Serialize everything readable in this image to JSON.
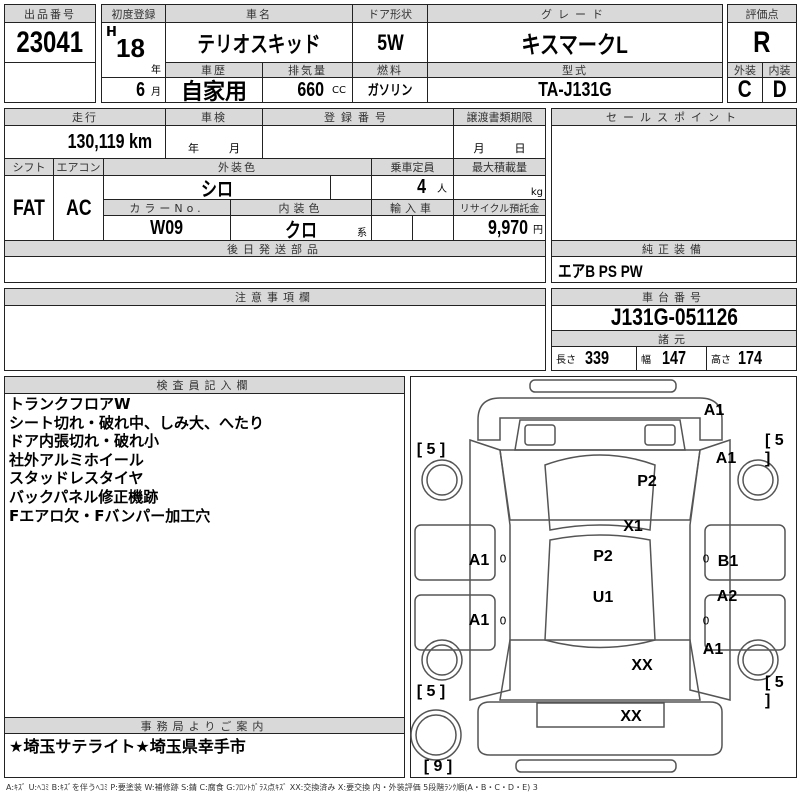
{
  "header": {
    "lot_no_label": "出品番号",
    "lot_no": "23041",
    "first_reg_label": "初度登録",
    "era": "H",
    "year": "18",
    "year_unit": "年",
    "month": "6",
    "month_unit": "月",
    "car_name_label": "車名",
    "car_name": "テリオスキッド",
    "door_label": "ドア形状",
    "door": "5W",
    "grade_label": "グレード",
    "grade": "キスマークL",
    "score_label": "評価点",
    "score": "R",
    "history_label": "車歴",
    "history": "自家用",
    "displacement_label": "排気量",
    "displacement": "660",
    "displacement_unit": "CC",
    "fuel_label": "燃料",
    "fuel": "ガソリン",
    "model_label": "型式",
    "model": "TA-J131G",
    "exterior_label": "外装",
    "exterior": "C",
    "interior_label": "内装",
    "interior": "D"
  },
  "details": {
    "mileage_label": "走行",
    "mileage": "130,119 km",
    "inspection_label": "車検",
    "inspection_year": "年",
    "inspection_month": "月",
    "reg_no_label": "登録番号",
    "doc_deadline_label": "譲渡書類期限",
    "doc_month": "月",
    "doc_day": "日",
    "shift_label": "シフト",
    "shift": "FAT",
    "ac_label": "エアコン",
    "ac": "AC",
    "ext_color_label": "外装色",
    "ext_color": "シロ",
    "capacity_label": "乗車定員",
    "capacity": "4",
    "capacity_unit": "人",
    "load_label": "最大積載量",
    "load_unit": "kg",
    "color_no_label": "カラーNo.",
    "color_no": "W09",
    "int_color_label": "内装色",
    "int_color": "クロ",
    "int_color_suffix": "系",
    "import_label": "輸入車",
    "recycle_label": "リサイクル預託金",
    "recycle": "9,970",
    "recycle_unit": "円"
  },
  "later_parts_label": "後日発送部品",
  "sales_point_label": "セールスポイント",
  "equipment_label": "純正装備",
  "equipment": "エアB PS PW",
  "caution_label": "注意事項欄",
  "chassis_label": "車台番号",
  "chassis": "J131G-051126",
  "specs_label": "諸元",
  "length_label": "長さ",
  "length": "339",
  "width_label": "幅",
  "width": "147",
  "height_label": "高さ",
  "height": "174",
  "inspector_label": "検査員記入欄",
  "inspector_notes": [
    "トランクフロアW",
    "シート切れ・破れ中、しみ大、へたり",
    "ドア内張切れ・破れ小",
    "社外アルミホイール",
    "スタッドレスタイヤ",
    "バックパネル修正機跡",
    "Fエアロ欠・Fバンパー加工穴"
  ],
  "office_label": "事務局よりご案内",
  "office_note": "★埼玉サテライト★埼玉県幸手市",
  "diagram_marks": [
    "A1",
    "[ 5 ]",
    "[ 5 ]",
    "A1",
    "P2",
    "X1",
    "A1",
    "0",
    "P2",
    "B1",
    "0",
    "A2",
    "U1",
    "A1",
    "0",
    "0",
    "A1",
    "XX",
    "[ 5 ]",
    "[ 5 ]",
    "XX",
    "[ 9 ]"
  ],
  "legend": "A:ｷｽﾞ U:ﾍｺﾐ B:ｷｽﾞを伴うﾍｺﾐ P:要塗装 W:補修跡 S:錆 C:腐食 G:ﾌﾛﾝﾄｶﾞﾗｽ点ｷｽﾞ XX:交換済み X:要交換 内・外装評価 5段階ﾗﾝｸ順(A・B・C・D・E) 3"
}
